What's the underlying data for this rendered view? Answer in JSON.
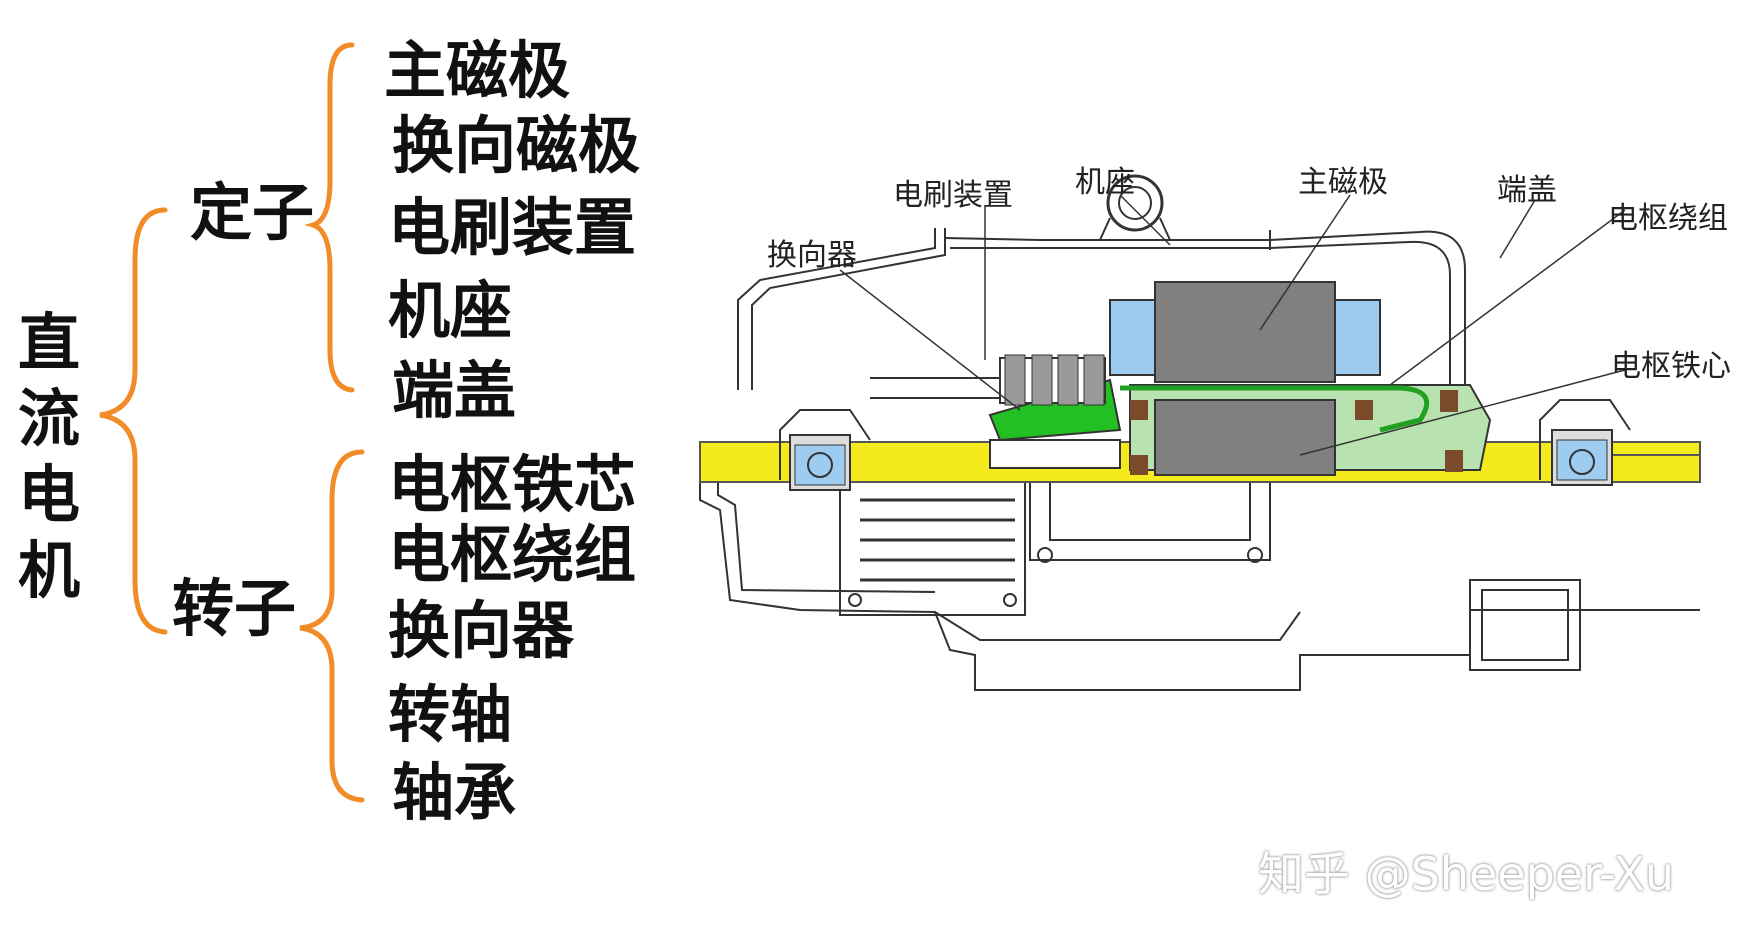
{
  "tree": {
    "root": [
      "直",
      "流",
      "电",
      "机"
    ],
    "stator": {
      "label": "定子",
      "items": [
        "主磁极",
        "换向磁极",
        "电刷装置",
        "机座",
        "端盖"
      ]
    },
    "rotor": {
      "label": "转子",
      "items": [
        "电枢铁芯",
        "电枢绕组",
        "换向器",
        "转轴",
        "轴承"
      ]
    }
  },
  "diagram": {
    "labels": {
      "brush": "电刷装置",
      "frame": "机座",
      "main_pole": "主磁极",
      "end_cover": "端盖",
      "armature_winding": "电枢绕组",
      "commutator": "换向器",
      "armature_core": "电枢铁心"
    },
    "colors": {
      "brace": "#f28c28",
      "shaft": "#f5ea1c",
      "pole_core": "#808080",
      "pole_coil": "#9ecbf0",
      "armature_green": "#b8e3b0",
      "commutator_green": "#22c022",
      "winding_brown": "#7a4a2a"
    }
  },
  "watermark": "知乎 @Sheeper-Xu"
}
